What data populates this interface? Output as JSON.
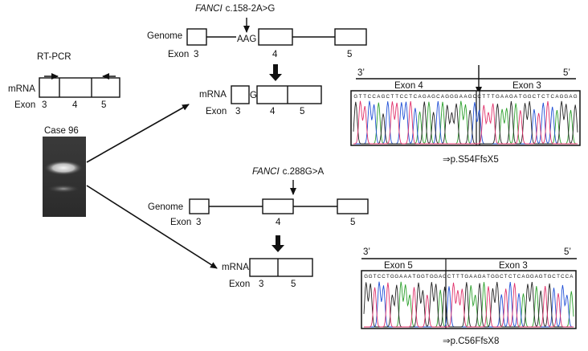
{
  "rtpcr": {
    "title": "RT-PCR",
    "mrna_label": "mRNA",
    "exon_prefix": "Exon",
    "exons": [
      "3",
      "4",
      "5"
    ]
  },
  "gel": {
    "label": "Case 96"
  },
  "top": {
    "mutation_gene": "FANCI",
    "mutation_change": "c.158-2A>G",
    "genome_label": "Genome",
    "aag": "AAG",
    "exon_prefix": "Exon",
    "genome_exons": [
      "3",
      "4",
      "5"
    ],
    "mrna_label": "mRNA",
    "mrna_g": "G",
    "mrna_exons": [
      "3",
      "4",
      "5"
    ],
    "seq_left": "3’",
    "seq_right": "5’",
    "seq_exon_left": "Exon 4",
    "seq_exon_right": "Exon 3",
    "seq_bases": "GTTCCAGCTTCCTCAGAGCAGGGAAGCCTTTGAAGATGGCTCTCAGGAG",
    "result": "⇒p.S54FfsX5"
  },
  "bottom": {
    "mutation_gene": "FANCI",
    "mutation_change": "c.288G>A",
    "genome_label": "Genome",
    "exon_prefix": "Exon",
    "genome_exons": [
      "3",
      "4",
      "5"
    ],
    "mrna_label": "mRNA",
    "mrna_exons": [
      "3",
      "5"
    ],
    "seq_left": "3’",
    "seq_right": "5’",
    "seq_exon_left": "Exon 5",
    "seq_exon_right": "Exon 3",
    "seq_bases": "GGTCCTGGAAATGGTGGAGCTTTGAAGATGGCTCTCAGGAGTGCTCCA",
    "result": "⇒p.C56FfsX8"
  },
  "colors": {
    "A": "#2ca02c",
    "C": "#1f4fd6",
    "G": "#222222",
    "T": "#e0306a"
  }
}
